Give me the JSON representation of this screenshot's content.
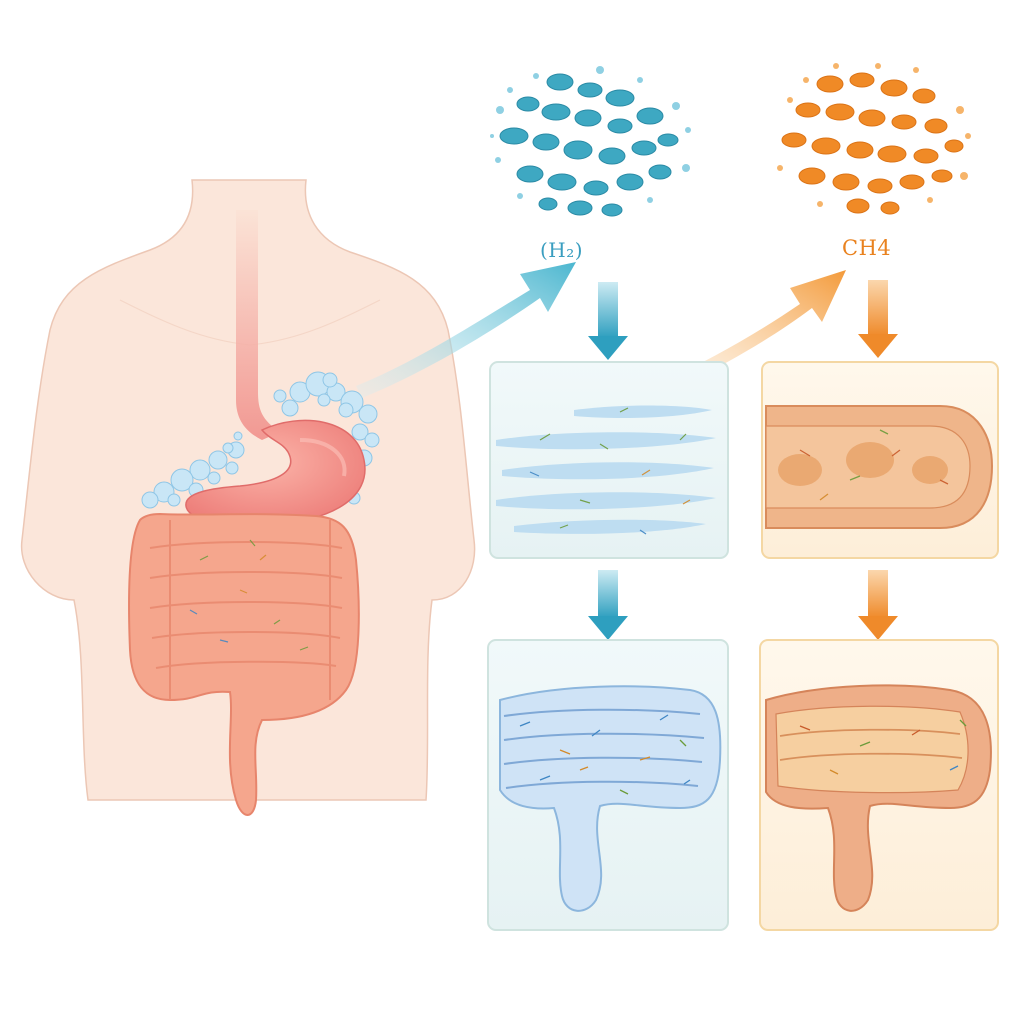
{
  "labels": {
    "hydrogen": "(H₂)",
    "methane": "CH4"
  },
  "colors": {
    "skin": "#fbe3d6",
    "skin_outline": "#e9c4b1",
    "stomach": "#f28a84",
    "intestine": "#f5a58c",
    "hydrogen": "#3fa9c4",
    "hydrogen_light": "#bfe3f2",
    "methane": "#ef8a2a",
    "methane_light": "#f7c98f",
    "panel_blue_border": "#cfe6e3",
    "panel_orange_border": "#f6d9a8"
  },
  "icons": {
    "h2_cloud": "hydrogen-gas-bubbles",
    "ch4_cloud": "methane-gas-bubbles",
    "arrows": "flow-arrow"
  }
}
